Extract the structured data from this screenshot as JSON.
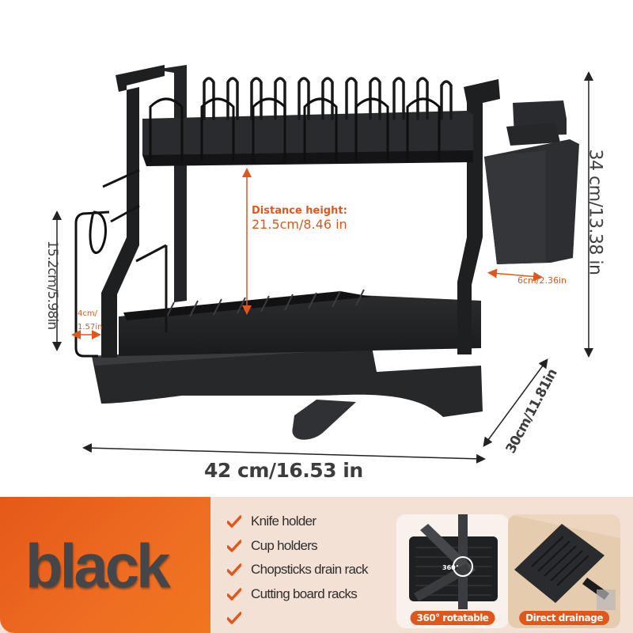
{
  "product": {
    "name": "Two-tier dish drying rack",
    "color": "black"
  },
  "dimensions": {
    "height": "34 cm/13.38 in",
    "width": "42 cm/16.53 in",
    "depth": "30cm/11.81in",
    "cutting_board_rack_height": "15.2cm/5.98in",
    "cutting_board_rack_gap": {
      "line1": "4cm/",
      "line2": "1.57in"
    },
    "cup_holder_offset": "6cm/2.36in",
    "distance_height": {
      "label": "Distance height:",
      "value": "21.5cm/8.46 in"
    }
  },
  "banner": {
    "color_label": "black",
    "features": [
      {
        "icon": "check-icon",
        "label": "Knife holder"
      },
      {
        "icon": "check-icon",
        "label": "Cup holders"
      },
      {
        "icon": "check-icon",
        "label": "Chopsticks drain rack"
      },
      {
        "icon": "check-icon",
        "label": "Cutting board racks"
      },
      {
        "icon": "check-icon",
        "label": ""
      }
    ],
    "thumbnails": [
      {
        "label": "360° rotatable",
        "inner_text": "360°"
      },
      {
        "label": "Direct drainage"
      }
    ]
  },
  "colors": {
    "accent_orange": "#e0571b",
    "banner_bg": "#f4e1d5",
    "rack_black": "#1e1f21",
    "text_dark": "#3d3d3d"
  }
}
